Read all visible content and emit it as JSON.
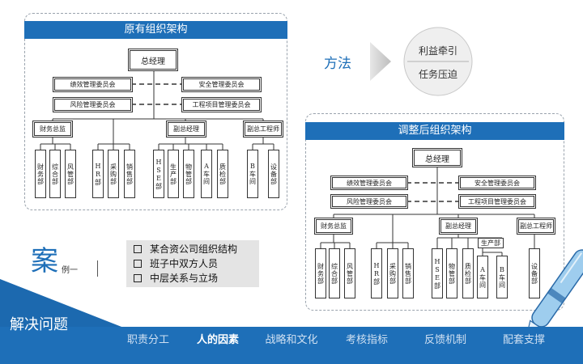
{
  "original": {
    "title": "原有组织架构",
    "top": "总经理",
    "committees": [
      "绩效管理委员会",
      "安全管理委员会",
      "风险管理委员会",
      "工程项目管理委员会"
    ],
    "managers": [
      "财务总监",
      "副总经理",
      "副总工程师"
    ],
    "depts": [
      "财务部",
      "综合部",
      "风管部",
      "HR部",
      "采购部",
      "销售部",
      "HSE部",
      "生产部",
      "物管部",
      "A车间",
      "质检部",
      "B车间",
      "设备部"
    ]
  },
  "method": {
    "label": "方法",
    "items": [
      "利益牵引",
      "任务压迫"
    ]
  },
  "adjusted": {
    "title": "调整后组织架构",
    "top": "总经理",
    "committees": [
      "绩效管理委员会",
      "安全管理委员会",
      "风险管理委员会",
      "工程项目管理委员会"
    ],
    "managers": [
      "财务总监",
      "副总经理",
      "副总工程师"
    ],
    "prod": "生产部",
    "depts": [
      "财务部",
      "综合部",
      "风管部",
      "HR部",
      "采购部",
      "销售部",
      "HSE部",
      "物管部",
      "质检部",
      "A车间",
      "B车间",
      "设备部"
    ]
  },
  "case": {
    "big": "案",
    "small": "例一",
    "bullets": [
      "某合资公司组织结构",
      "班子中双方人员",
      "中层关系与立场"
    ]
  },
  "footer": {
    "title": "解决问题",
    "nav": [
      "职责分工",
      "人的因素",
      "战略和文化",
      "考核指标",
      "反馈机制",
      "配套支撑"
    ],
    "active_index": 1
  },
  "colors": {
    "accent": "#1e6fb8",
    "panel_border": "#9aa3ad"
  }
}
